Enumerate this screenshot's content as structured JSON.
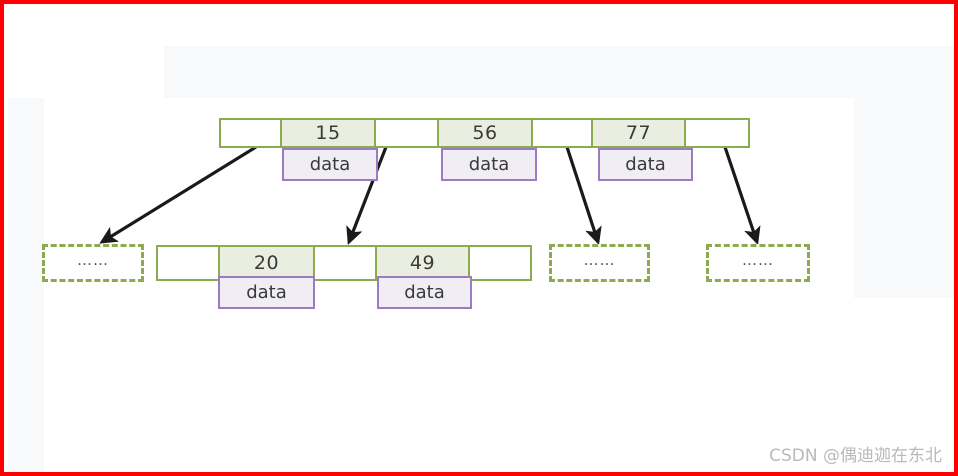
{
  "figure": {
    "title": "B+ tree node structure diagram",
    "frame_color": "#fe0000",
    "node_border_color": "#8cab4f",
    "key_fill_color": "#eaeee0",
    "data_border_color": "#9b7cc0",
    "data_fill_color": "#f0edf5",
    "arrow_color": "#1a1a1a"
  },
  "root_node": {
    "name": "root-node",
    "cells": [
      {
        "type": "pointer",
        "label": ""
      },
      {
        "type": "key",
        "label": "15",
        "data_label": "data"
      },
      {
        "type": "pointer",
        "label": ""
      },
      {
        "type": "key",
        "label": "56",
        "data_label": "data"
      },
      {
        "type": "pointer",
        "label": ""
      },
      {
        "type": "key",
        "label": "77",
        "data_label": "data"
      },
      {
        "type": "pointer",
        "label": ""
      }
    ]
  },
  "child_node": {
    "name": "child-node",
    "cells": [
      {
        "type": "pointer",
        "label": ""
      },
      {
        "type": "key",
        "label": "20",
        "data_label": "data"
      },
      {
        "type": "pointer",
        "label": ""
      },
      {
        "type": "key",
        "label": "49",
        "data_label": "data"
      },
      {
        "type": "pointer",
        "label": ""
      }
    ]
  },
  "placeholder_nodes": [
    {
      "name": "placeholder-node-left",
      "label": "……"
    },
    {
      "name": "placeholder-node-mid",
      "label": "……"
    },
    {
      "name": "placeholder-node-right",
      "label": "……"
    }
  ],
  "watermark": {
    "text": "CSDN @偶迪迦在东北"
  }
}
